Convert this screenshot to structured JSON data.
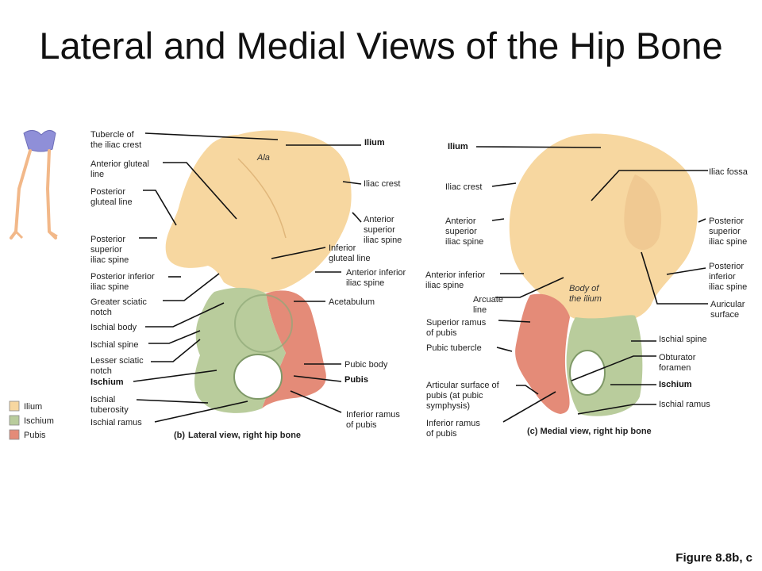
{
  "title": "Lateral and Medial Views of the Hip Bone",
  "figure_ref": "Figure 8.8b, c",
  "colors": {
    "ilium": "#f7d7a0",
    "ischium": "#b9cc9c",
    "pubis": "#e48b78"
  },
  "legend": {
    "items": [
      "Ilium",
      "Ischium",
      "Pubis"
    ]
  },
  "lateral": {
    "caption_letter": "(b)",
    "caption": "Lateral view, right hip bone",
    "ala": "Ala",
    "labels": {
      "tubercle": [
        "Tubercle of",
        "the iliac crest"
      ],
      "ant_gluteal": [
        "Anterior gluteal",
        "line"
      ],
      "post_gluteal": [
        "Posterior",
        "gluteal line"
      ],
      "psis": [
        "Posterior",
        "superior",
        "iliac spine"
      ],
      "piis": [
        "Posterior inferior",
        "iliac spine"
      ],
      "gsn": [
        "Greater sciatic",
        "notch"
      ],
      "ischial_body": [
        "Ischial body"
      ],
      "ischial_spine": [
        "Ischial spine"
      ],
      "lsn": [
        "Lesser sciatic",
        "notch"
      ],
      "ischium": [
        "Ischium"
      ],
      "ischial_tub": [
        "Ischial",
        "tuberosity"
      ],
      "ischial_ramus": [
        "Ischial ramus"
      ],
      "ilium": [
        "Ilium"
      ],
      "iliac_crest": [
        "Iliac crest"
      ],
      "asis": [
        "Anterior",
        "superior",
        "iliac spine"
      ],
      "inf_gluteal": [
        "Inferior",
        "gluteal line"
      ],
      "aiis": [
        "Anterior inferior",
        "iliac spine"
      ],
      "acetabulum": [
        "Acetabulum"
      ],
      "pubic_body": [
        "Pubic body"
      ],
      "pubis": [
        "Pubis"
      ],
      "inf_ramus": [
        "Inferior ramus",
        "of pubis"
      ]
    }
  },
  "medial": {
    "caption": "(c) Medial view, right hip bone",
    "body_ilium": [
      "Body of",
      "the ilium"
    ],
    "labels": {
      "ilium": [
        "Ilium"
      ],
      "iliac_crest": [
        "Iliac crest"
      ],
      "asis": [
        "Anterior",
        "superior",
        "iliac spine"
      ],
      "aiis": [
        "Anterior inferior",
        "iliac spine"
      ],
      "arcuate": [
        "Arcuate",
        "line"
      ],
      "sup_ramus": [
        "Superior ramus",
        "of pubis"
      ],
      "pubic_tub": [
        "Pubic tubercle"
      ],
      "artic": [
        "Articular surface of",
        "pubis (at pubic",
        "symphysis)"
      ],
      "inf_ramus": [
        "Inferior ramus",
        "of pubis"
      ],
      "iliac_fossa": [
        "Iliac fossa"
      ],
      "psis": [
        "Posterior",
        "superior",
        "iliac spine"
      ],
      "piis": [
        "Posterior",
        "inferior",
        "iliac spine"
      ],
      "auricular": [
        "Auricular",
        "surface"
      ],
      "ischial_spine": [
        "Ischial spine"
      ],
      "obturator": [
        "Obturator",
        "foramen"
      ],
      "ischium": [
        "Ischium"
      ],
      "ischial_ramus": [
        "Ischial ramus"
      ]
    }
  }
}
